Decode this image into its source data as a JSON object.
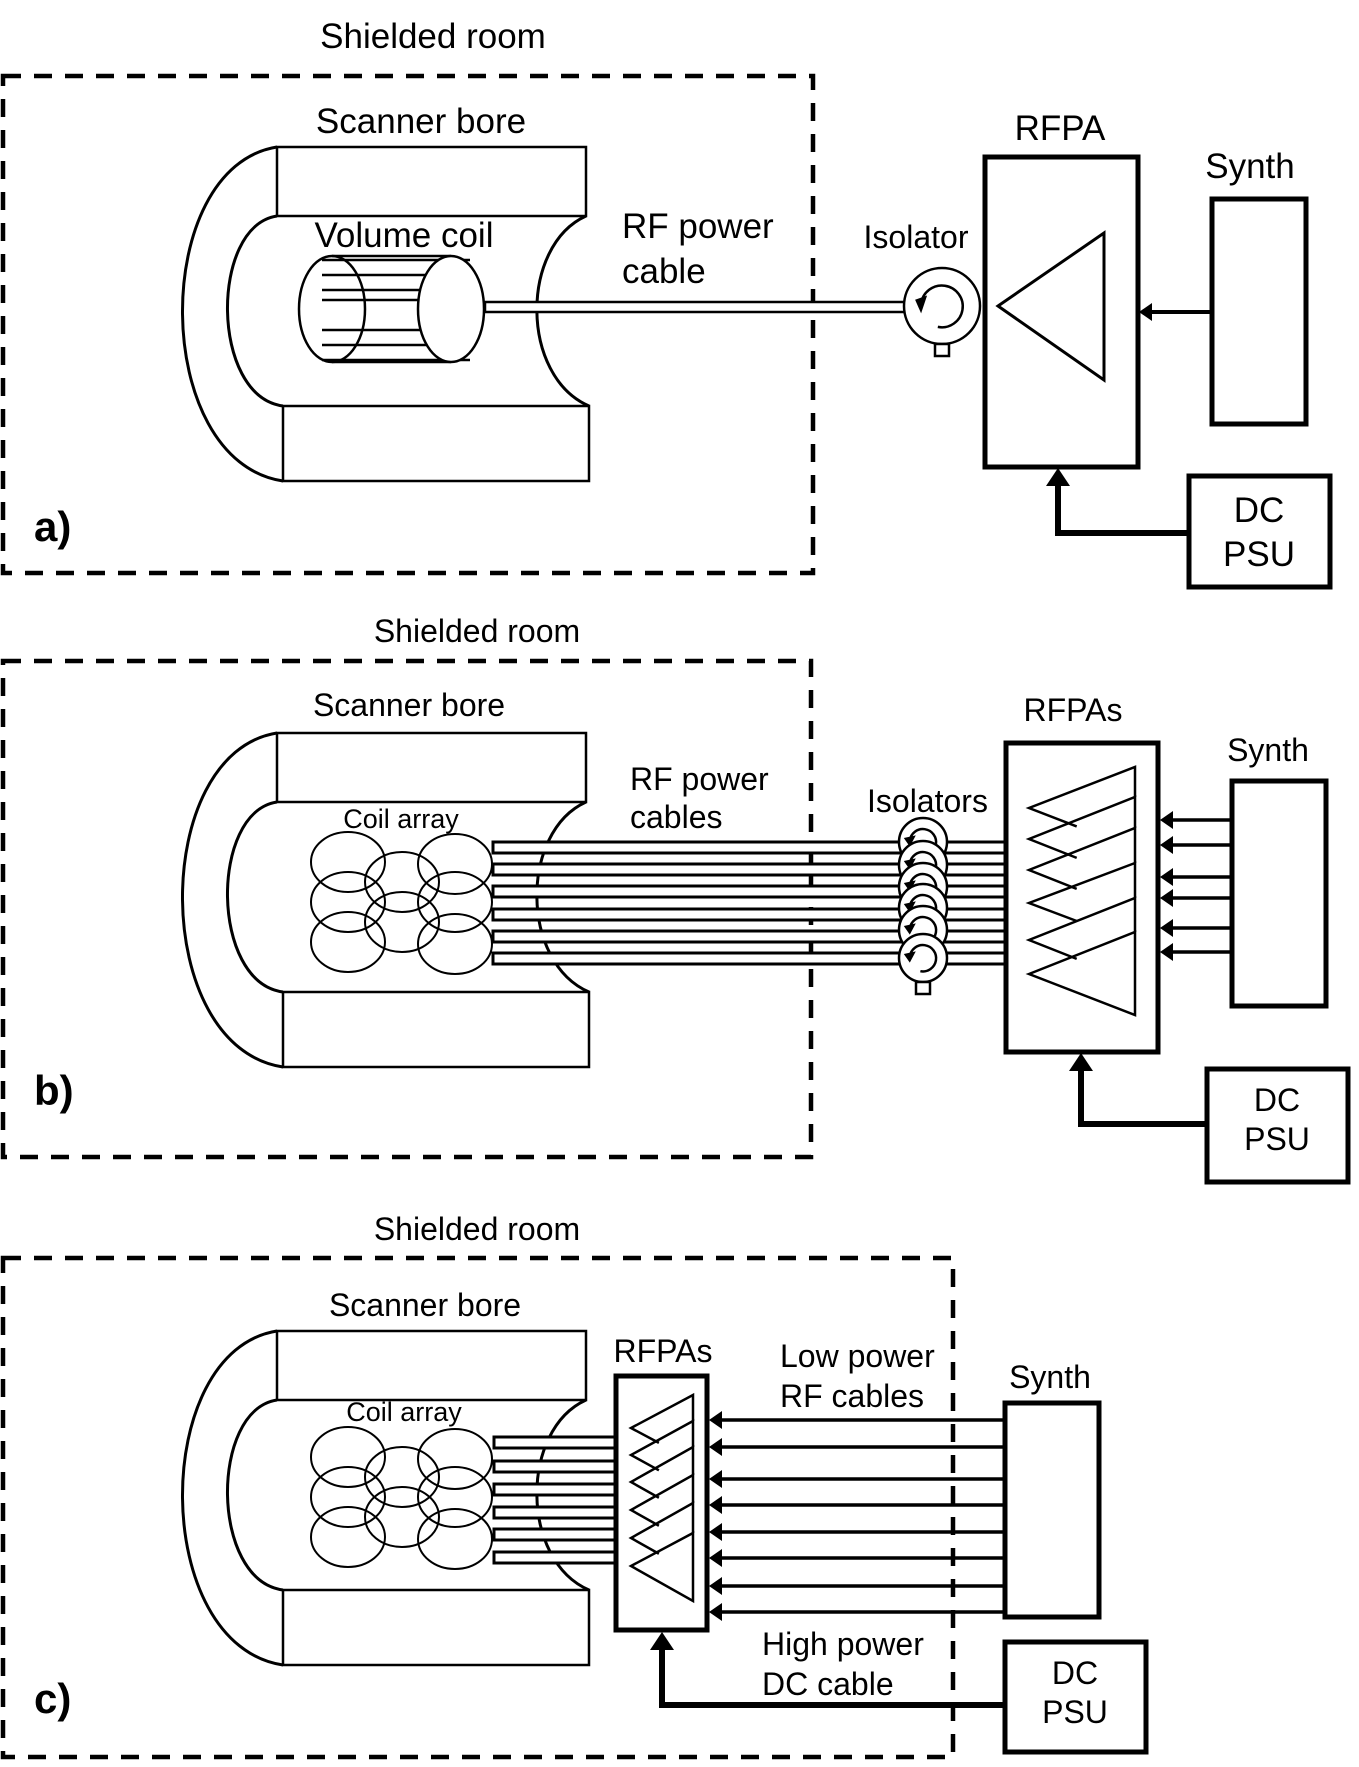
{
  "figure": {
    "panels": [
      {
        "id": "a",
        "panel_label": "a)",
        "room_label": "Shielded room",
        "bore_label": "Scanner bore",
        "coil_label": "Volume coil",
        "coil_type": "volume",
        "cable_label": [
          "RF power",
          "cable"
        ],
        "isolator_label": "Isolator",
        "amplifier_label": "RFPA",
        "synth_label": "Synth",
        "psu_label": [
          "DC",
          "PSU"
        ],
        "channels": 1,
        "synth_lines": 1,
        "amplifier_inside_room": false
      },
      {
        "id": "b",
        "panel_label": "b)",
        "room_label": "Shielded room",
        "bore_label": "Scanner bore",
        "coil_label": "Coil array",
        "coil_type": "array",
        "cable_label": [
          "RF power",
          "cables"
        ],
        "isolator_label": "Isolators",
        "amplifier_label": "RFPAs",
        "synth_label": "Synth",
        "psu_label": [
          "DC",
          "PSU"
        ],
        "channels": 6,
        "synth_lines": 6,
        "amplifier_inside_room": false
      },
      {
        "id": "c",
        "panel_label": "c)",
        "room_label": "Shielded room",
        "bore_label": "Scanner bore",
        "coil_label": "Coil array",
        "coil_type": "array",
        "amplifier_label": "RFPAs",
        "low_power_label": [
          "Low power",
          "RF cables"
        ],
        "high_power_label": [
          "High power",
          "DC cable"
        ],
        "synth_label": "Synth",
        "psu_label": [
          "DC",
          "PSU"
        ],
        "channels": 6,
        "synth_lines": 8,
        "amplifier_inside_room": true
      }
    ],
    "colors": {
      "stroke": "#000000",
      "background": "#ffffff"
    }
  }
}
